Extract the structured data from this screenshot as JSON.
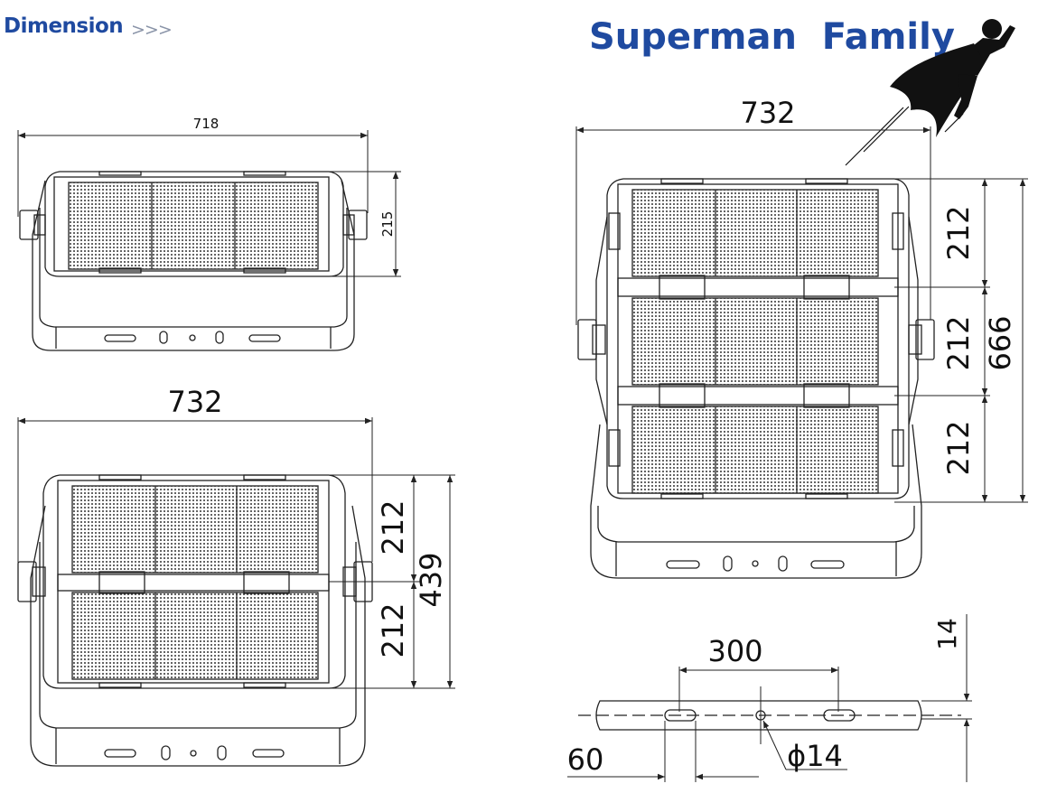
{
  "header": {
    "title": "Dimension",
    "arrows": ">>>",
    "brand": "Superman  Family"
  },
  "view_top_small": {
    "width_label": "718",
    "height_label": "215"
  },
  "view_two_module": {
    "width_label": "732",
    "module_label_1": "212",
    "module_label_2": "212",
    "total_label": "439"
  },
  "view_three_module": {
    "width_label": "732",
    "module_label_1": "212",
    "module_label_2": "212",
    "module_label_3": "212",
    "total_label": "666"
  },
  "bracket_detail": {
    "spacing_label": "300",
    "thickness_label": "14",
    "offset_label": "60",
    "hole_label": "ϕ14"
  },
  "colors": {
    "line": "#222222",
    "brand": "#1f4aa0",
    "dim_line": "#333333"
  }
}
